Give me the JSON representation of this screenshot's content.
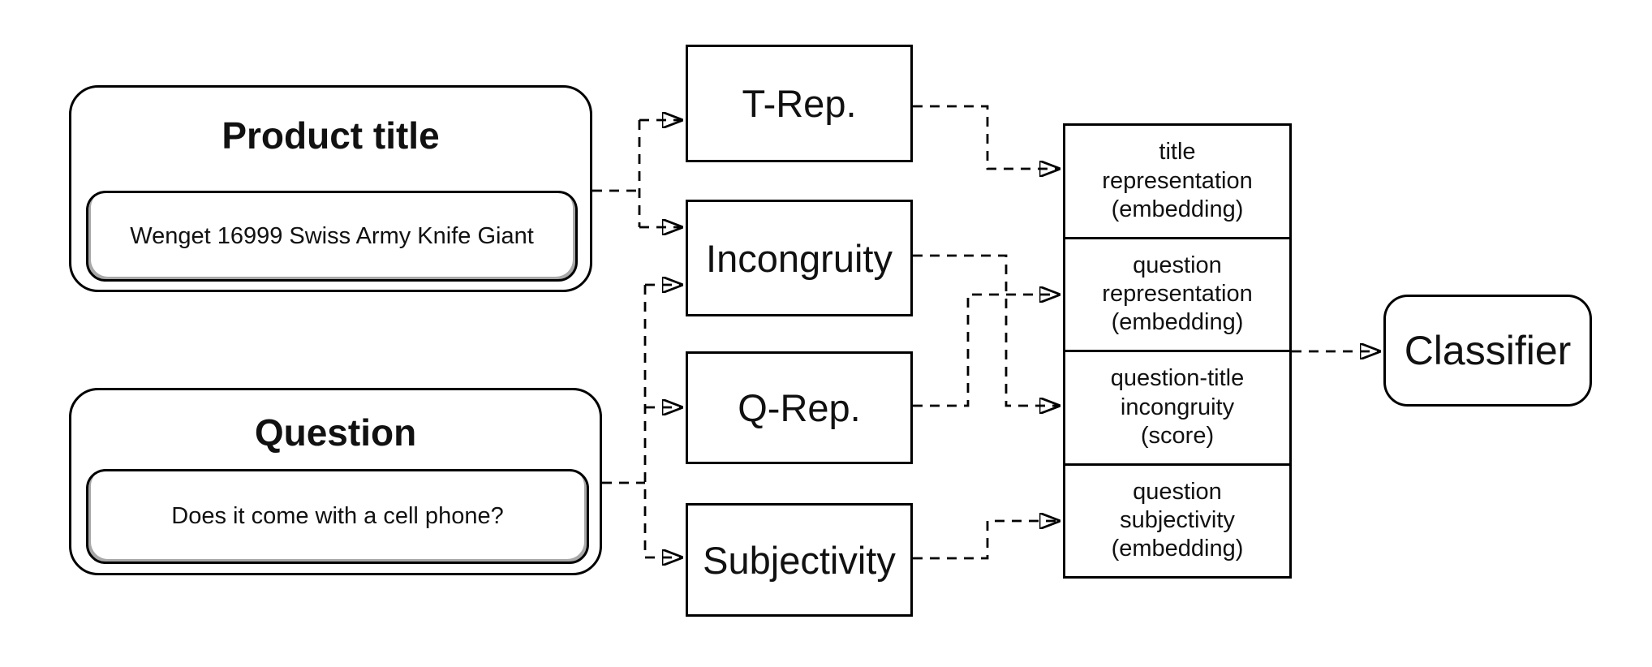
{
  "figure": {
    "background": "#ffffff",
    "stroke_color": "#000000",
    "type": "model-architecture-diagram"
  },
  "inputs": {
    "product_title": {
      "title": "Product title",
      "example": "Wenget 16999 Swiss Army Knife Giant"
    },
    "question": {
      "title": "Question",
      "example": "Does it come with a cell phone?"
    }
  },
  "modules": [
    {
      "label": "T-Rep."
    },
    {
      "label": "Incongruity"
    },
    {
      "label": "Q-Rep."
    },
    {
      "label": "Subjectivity"
    }
  ],
  "features": {
    "cells": [
      {
        "id": "title-representation",
        "lines": [
          "title",
          "representation",
          "(embedding)"
        ]
      },
      {
        "id": "question-representation",
        "lines": [
          "question",
          "representation",
          "(embedding)"
        ]
      },
      {
        "id": "question-title-incongruity",
        "lines": [
          "question-title",
          "incongruity",
          "(score)"
        ]
      },
      {
        "id": "question-subjectivity",
        "lines": [
          "question",
          "subjectivity",
          "(embedding)"
        ]
      }
    ]
  },
  "classifier": {
    "label": "Classifier"
  },
  "edges": [
    {
      "from": "product-title",
      "to": "t-rep"
    },
    {
      "from": "product-title",
      "to": "incongruity"
    },
    {
      "from": "question",
      "to": "incongruity"
    },
    {
      "from": "question",
      "to": "q-rep"
    },
    {
      "from": "question",
      "to": "subjectivity"
    },
    {
      "from": "t-rep",
      "to": "title-representation"
    },
    {
      "from": "incongruity",
      "to": "question-title-incongruity"
    },
    {
      "from": "q-rep",
      "to": "question-representation"
    },
    {
      "from": "subjectivity",
      "to": "question-subjectivity"
    },
    {
      "from": "feature-stack",
      "to": "classifier"
    }
  ]
}
